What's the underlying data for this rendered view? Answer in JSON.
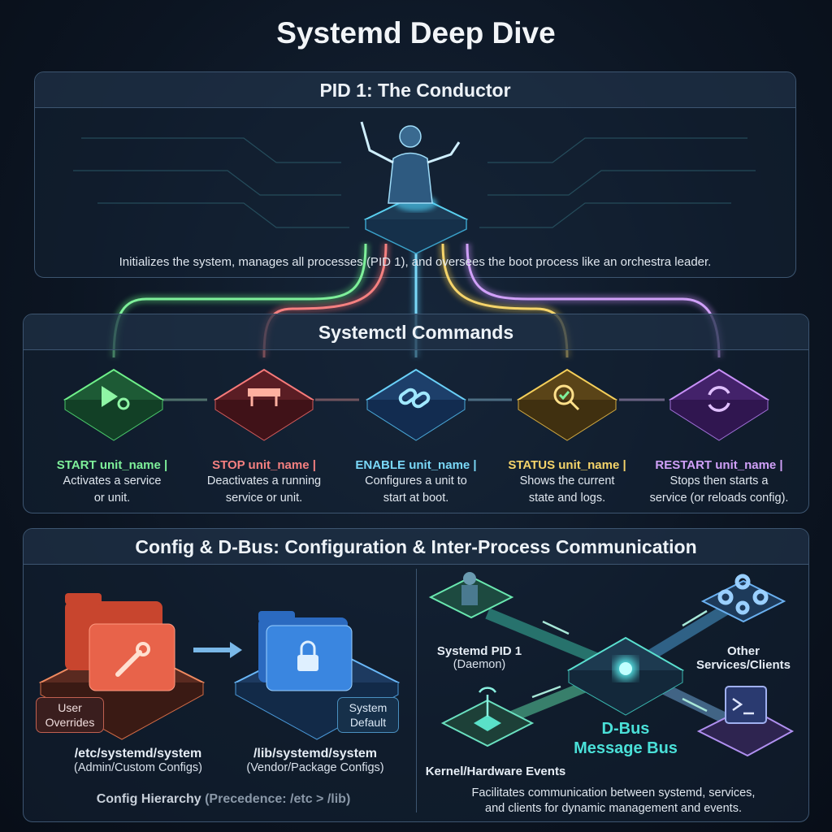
{
  "title": "Systemd Deep Dive",
  "pid1": {
    "heading": "PID 1: The Conductor",
    "description": "Initializes the system, manages all processes (PID 1), and oversees the boot process like an orchestra leader."
  },
  "systemctl": {
    "heading": "Systemctl Commands",
    "commands": [
      {
        "name": "START unit_name |",
        "desc1": "Activates a service",
        "desc2": "or unit.",
        "color": "#5fe07a",
        "icon": "play-gears-icon"
      },
      {
        "name": "STOP unit_name |",
        "desc1": "Deactivates a running",
        "desc2": "service or unit.",
        "color": "#f06a6a",
        "icon": "barrier-icon"
      },
      {
        "name": "ENABLE unit_name |",
        "desc1": "Configures a unit to",
        "desc2": "start at boot.",
        "color": "#5ac8f0",
        "icon": "link-icon"
      },
      {
        "name": "STATUS unit_name |",
        "desc1": "Shows the current",
        "desc2": "state and logs.",
        "color": "#f2c94c",
        "icon": "magnifier-check-icon"
      },
      {
        "name": "RESTART unit_name |",
        "desc1": "Stops then starts a",
        "desc2": "service (or reloads config).",
        "color": "#c48cf5",
        "icon": "refresh-icon"
      }
    ]
  },
  "config": {
    "heading": "Config & D-Bus: Configuration & Inter-Process Communication",
    "user_badge": "User Overrides",
    "system_badge": "System Default",
    "etc_path": "/etc/systemd/system",
    "etc_sub": "(Admin/Custom Configs)",
    "lib_path": "/lib/systemd/system",
    "lib_sub": "(Vendor/Package Configs)",
    "hierarchy_bold": "Config Hierarchy",
    "hierarchy_rest": "(Precedence: /etc > /lib)",
    "dbus": {
      "pid1_label": "Systemd PID 1",
      "pid1_sub": "(Daemon)",
      "other_label": "Other Services/Clients",
      "kernel_label": "Kernel/Hardware Events",
      "bus_label_1": "D-Bus",
      "bus_label_2": "Message Bus",
      "description_1": "Facilitates communication between systemd, services,",
      "description_2": "and clients for dynamic management and events."
    }
  }
}
